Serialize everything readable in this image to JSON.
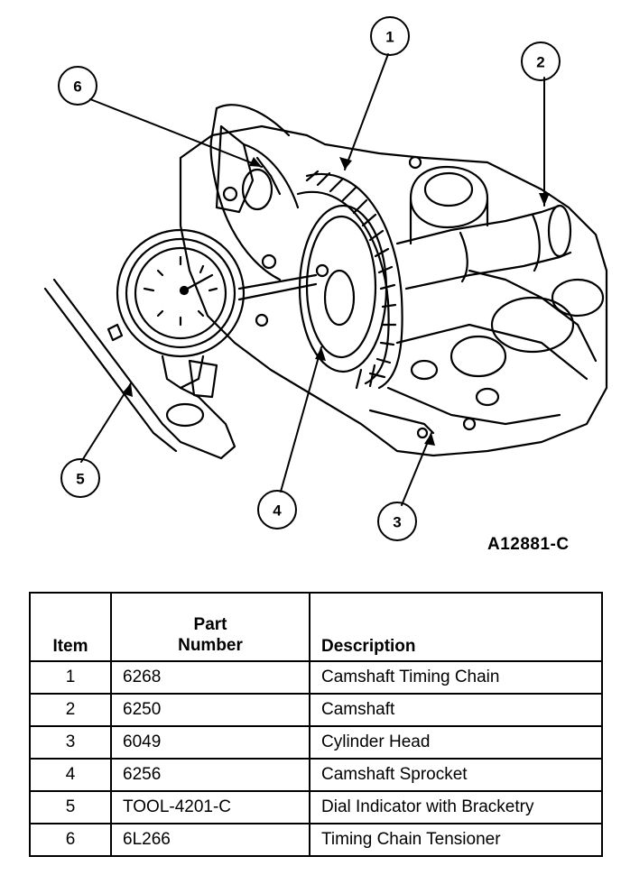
{
  "figure": {
    "figure_id": "A12881-C",
    "callouts": [
      "1",
      "2",
      "3",
      "4",
      "5",
      "6"
    ]
  },
  "table": {
    "headers": {
      "item": "Item",
      "part_number_line1": "Part",
      "part_number_line2": "Number",
      "description": "Description"
    },
    "rows": [
      {
        "item": "1",
        "part_number": "6268",
        "description": "Camshaft Timing Chain"
      },
      {
        "item": "2",
        "part_number": "6250",
        "description": "Camshaft"
      },
      {
        "item": "3",
        "part_number": "6049",
        "description": "Cylinder Head"
      },
      {
        "item": "4",
        "part_number": "6256",
        "description": "Camshaft Sprocket"
      },
      {
        "item": "5",
        "part_number": "TOOL-4201-C",
        "description": "Dial Indicator with Bracketry"
      },
      {
        "item": "6",
        "part_number": "6L266",
        "description": "Timing Chain Tensioner"
      }
    ]
  }
}
